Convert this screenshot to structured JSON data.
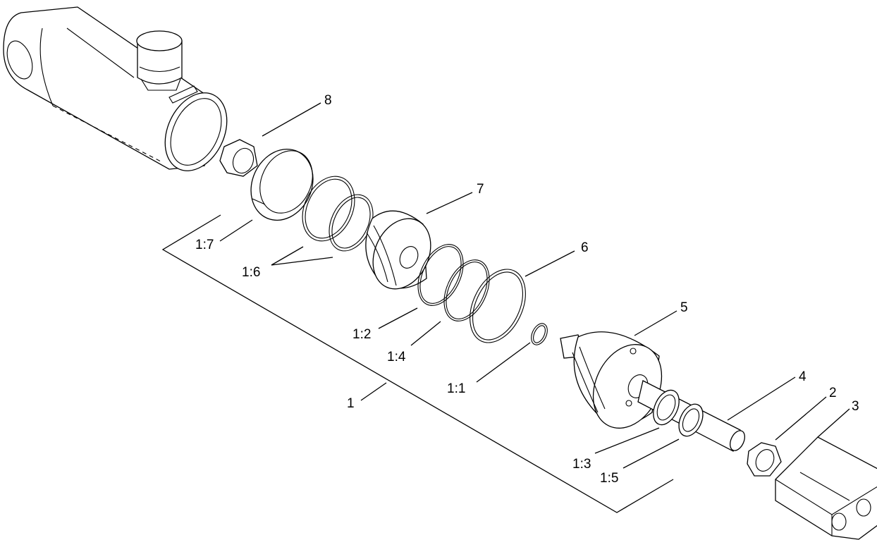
{
  "callouts": {
    "c8": "8",
    "c7": "7",
    "c6": "6",
    "c5": "5",
    "c4": "4",
    "c2": "2",
    "c3": "3",
    "c1": "1",
    "c1_7": "1:7",
    "c1_6": "1:6",
    "c1_2": "1:2",
    "c1_4": "1:4",
    "c1_1": "1:1",
    "c1_3": "1:3",
    "c1_5": "1:5"
  }
}
